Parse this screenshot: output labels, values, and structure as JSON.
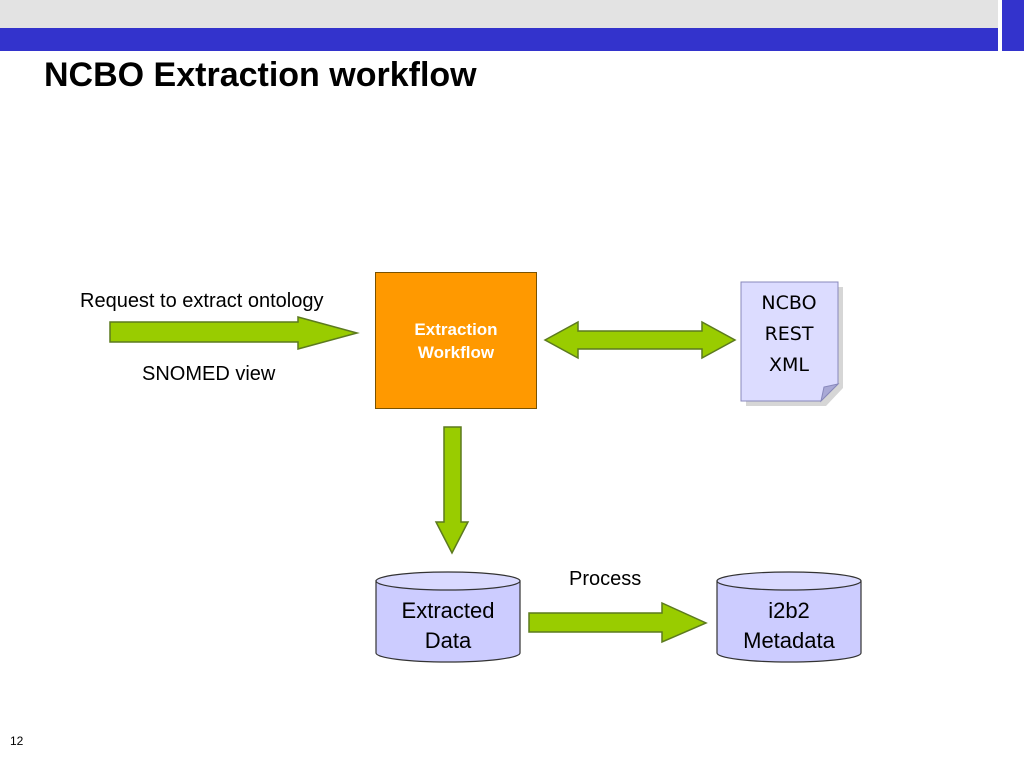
{
  "slide": {
    "title": "NCBO Extraction workflow",
    "page_number": "12"
  },
  "diagram": {
    "input_label_top": "Request to extract ontology",
    "input_label_bottom": "SNOMED view",
    "workflow_box": "Extraction\nWorkflow",
    "rest_document": "NCBO\nREST\nXML",
    "extracted_db": "Extracted\nData",
    "process_label": "Process",
    "metadata_db": "i2b2\nMetadata"
  },
  "colors": {
    "header_blue": "#3333cc",
    "workflow_orange": "#ff9900",
    "arrow_green": "#99cc00",
    "db_lavender": "#ccccff",
    "doc_lavender": "#dcdcff"
  }
}
